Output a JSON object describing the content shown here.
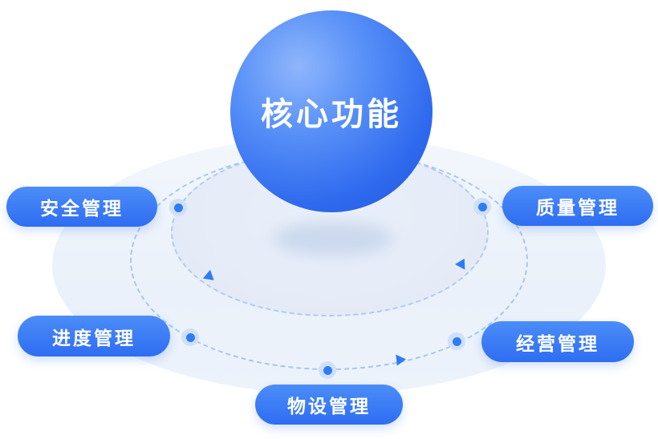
{
  "diagram": {
    "center_label": "核心功能"
  },
  "nodes": [
    {
      "id": "safety",
      "label": "安全管理"
    },
    {
      "id": "quality",
      "label": "质量管理"
    },
    {
      "id": "progress",
      "label": "进度管理"
    },
    {
      "id": "operation",
      "label": "经营管理"
    },
    {
      "id": "equipment",
      "label": "物设管理"
    }
  ],
  "colors": {
    "pill_blue": "#2e6df2",
    "sphere_blue": "#2f6aee",
    "orbit_dash": "#a9c6ef",
    "platform_fill": "#edf3fb",
    "dot_blue": "#2e7df5"
  }
}
